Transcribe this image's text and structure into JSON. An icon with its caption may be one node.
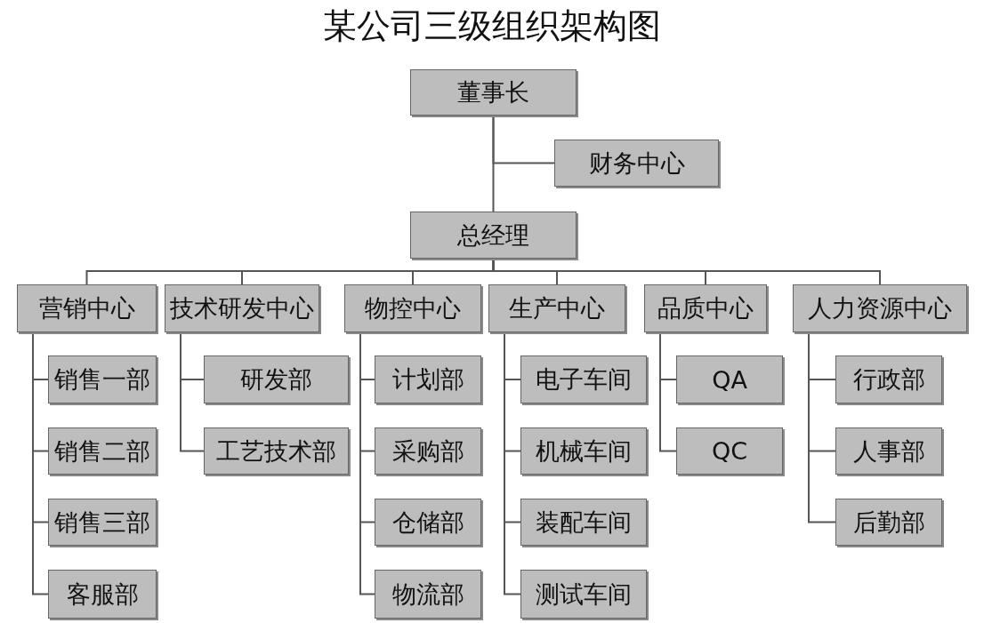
{
  "diagram": {
    "title": "某公司三级组织架构图",
    "nodes": [
      {
        "text": [
          "董事长"
        ]
      },
      {
        "text": [
          "财务中心"
        ]
      },
      {
        "text": [
          "总经理"
        ]
      },
      {
        "text": [
          "营销中心"
        ]
      },
      {
        "text": [
          "技术研发中心"
        ]
      },
      {
        "text": [
          "物控中心"
        ]
      },
      {
        "text": [
          "生产中心"
        ]
      },
      {
        "text": [
          "品质中心"
        ]
      },
      {
        "text": [
          "人力资源中心"
        ]
      },
      {
        "text": [
          "销售一部"
        ]
      },
      {
        "text": [
          "销售二部"
        ]
      },
      {
        "text": [
          "销售三部"
        ]
      },
      {
        "text": [
          "客服部"
        ]
      },
      {
        "text": [
          "研发部"
        ]
      },
      {
        "text": [
          "工艺技术部"
        ]
      },
      {
        "text": [
          "计划部"
        ]
      },
      {
        "text": [
          "采购部"
        ]
      },
      {
        "text": [
          "仓储部"
        ]
      },
      {
        "text": [
          "物流部"
        ]
      },
      {
        "text": [
          "电子车间"
        ]
      },
      {
        "text": [
          "机械车间"
        ]
      },
      {
        "text": [
          "装配车间"
        ]
      },
      {
        "text": [
          "测试车间"
        ]
      },
      {
        "text": [
          "QA"
        ]
      },
      {
        "text": [
          "QC"
        ]
      },
      {
        "text": [
          "行政部"
        ]
      },
      {
        "text": [
          "人事部"
        ]
      },
      {
        "text": [
          "后勤部"
        ]
      }
    ],
    "edges": [
      {
        "from": 0,
        "to": 1,
        "arrow": "none"
      },
      {
        "from": 0,
        "to": 2,
        "arrow": "none"
      },
      {
        "from": 2,
        "to": 3,
        "arrow": "none"
      },
      {
        "from": 2,
        "to": 4,
        "arrow": "none"
      },
      {
        "from": 2,
        "to": 5,
        "arrow": "none"
      },
      {
        "from": 2,
        "to": 6,
        "arrow": "none"
      },
      {
        "from": 2,
        "to": 7,
        "arrow": "none"
      },
      {
        "from": 2,
        "to": 8,
        "arrow": "none"
      },
      {
        "from": 3,
        "to": 9,
        "arrow": "none"
      },
      {
        "from": 3,
        "to": 10,
        "arrow": "none"
      },
      {
        "from": 3,
        "to": 11,
        "arrow": "none"
      },
      {
        "from": 3,
        "to": 12,
        "arrow": "none"
      },
      {
        "from": 4,
        "to": 13,
        "arrow": "none"
      },
      {
        "from": 4,
        "to": 14,
        "arrow": "none"
      },
      {
        "from": 5,
        "to": 15,
        "arrow": "none"
      },
      {
        "from": 5,
        "to": 16,
        "arrow": "none"
      },
      {
        "from": 5,
        "to": 17,
        "arrow": "none"
      },
      {
        "from": 5,
        "to": 18,
        "arrow": "none"
      },
      {
        "from": 6,
        "to": 19,
        "arrow": "none"
      },
      {
        "from": 6,
        "to": 20,
        "arrow": "none"
      },
      {
        "from": 6,
        "to": 21,
        "arrow": "none"
      },
      {
        "from": 6,
        "to": 22,
        "arrow": "none"
      },
      {
        "from": 7,
        "to": 23,
        "arrow": "none"
      },
      {
        "from": 7,
        "to": 24,
        "arrow": "none"
      },
      {
        "from": 8,
        "to": 25,
        "arrow": "none"
      },
      {
        "from": 8,
        "to": 26,
        "arrow": "none"
      },
      {
        "from": 8,
        "to": 27,
        "arrow": "none"
      }
    ]
  }
}
